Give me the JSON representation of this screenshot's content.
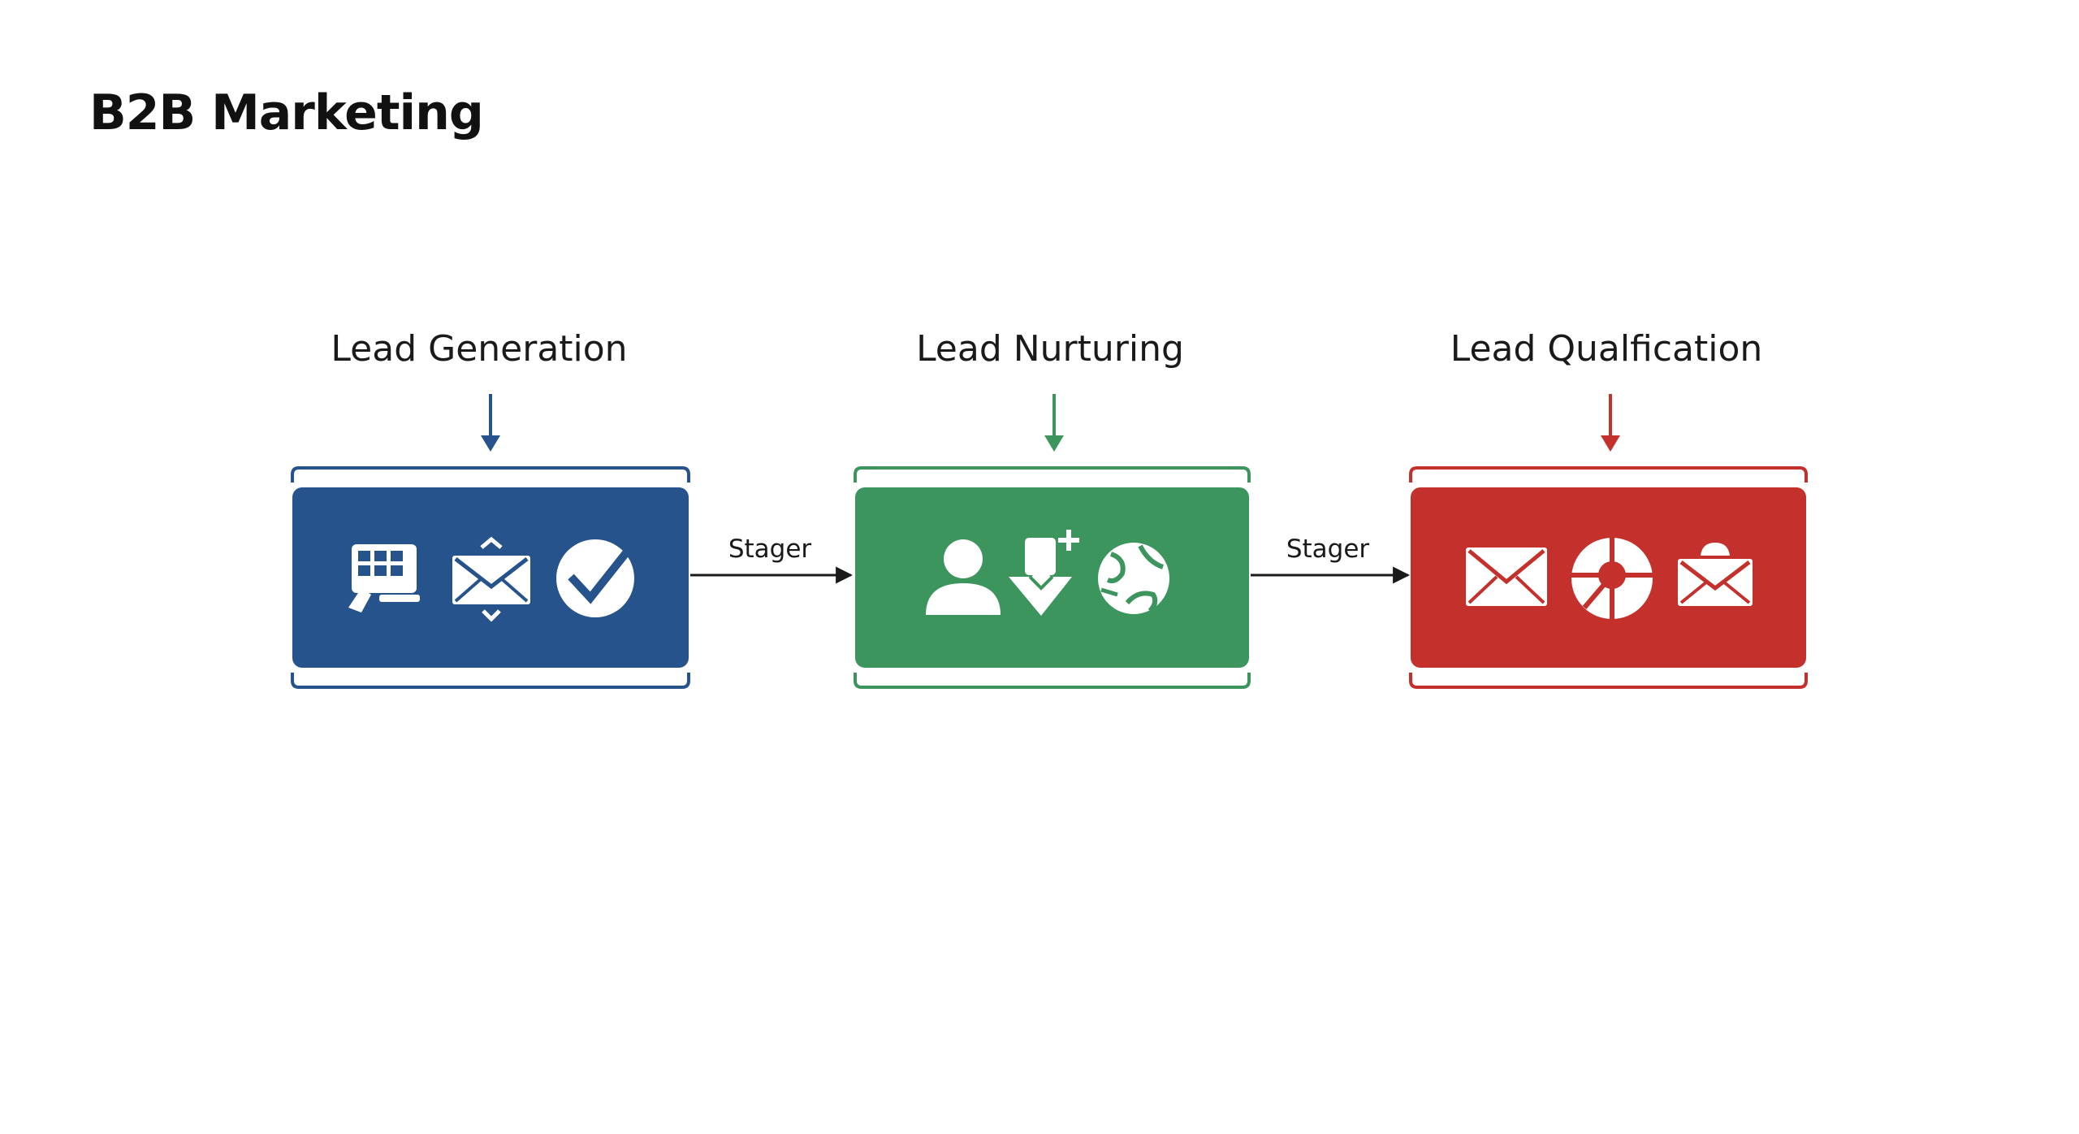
{
  "title": "B2B Marketing",
  "stages": [
    {
      "label": "Lead Generation",
      "color": "#27538c",
      "icons": [
        "keyboard-hand-icon",
        "mail-icon",
        "check-circle-icon"
      ]
    },
    {
      "label": "Lead Nurturing",
      "color": "#3c955d",
      "icons": [
        "user-icon",
        "download-add-icon",
        "globe-icon"
      ]
    },
    {
      "label": "Lead Qualfication",
      "color": "#c4302b",
      "icons": [
        "mail-icon",
        "pie-chart-icon",
        "mail-icon"
      ]
    }
  ],
  "connectors": [
    {
      "label": "Stager"
    },
    {
      "label": "Stager"
    }
  ]
}
